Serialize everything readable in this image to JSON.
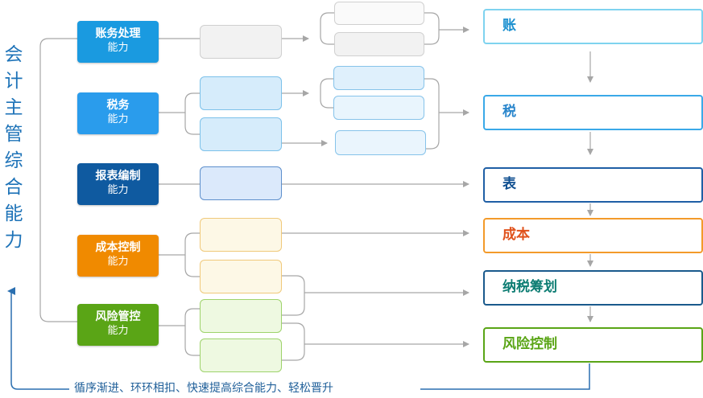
{
  "title_chars": [
    "会",
    "计",
    "主",
    "管",
    "综",
    "合",
    "能",
    "力"
  ],
  "abilities": [
    {
      "line1": "账务处理",
      "line2": "能力",
      "color": "#1a9ae0"
    },
    {
      "line1": "税务",
      "line2": "能力",
      "color": "#2a9cec"
    },
    {
      "line1": "报表编制",
      "line2": "能力",
      "color": "#0f5aa0"
    },
    {
      "line1": "成本控制",
      "line2": "能力",
      "color": "#f08a00"
    },
    {
      "line1": "风险管控",
      "line2": "能力",
      "color": "#5aa516"
    }
  ],
  "results": [
    {
      "label": "账",
      "color": "#1a9ae0"
    },
    {
      "label": "税",
      "color": "#2a9cec"
    },
    {
      "label": "表",
      "color": "#0f5aa0"
    },
    {
      "label": "成本",
      "color": "#e0521c"
    },
    {
      "label": "纳税筹划",
      "color": "#0d7d73"
    },
    {
      "label": "风险控制",
      "color": "#5aa516"
    }
  ],
  "footer": "循序渐进、环环相扣、快速提高综合能力、轻松晋升",
  "colors": {
    "wire": "#a6a6a6",
    "title": "#1e73b8",
    "arrow_blue": "#2a6fb0"
  }
}
